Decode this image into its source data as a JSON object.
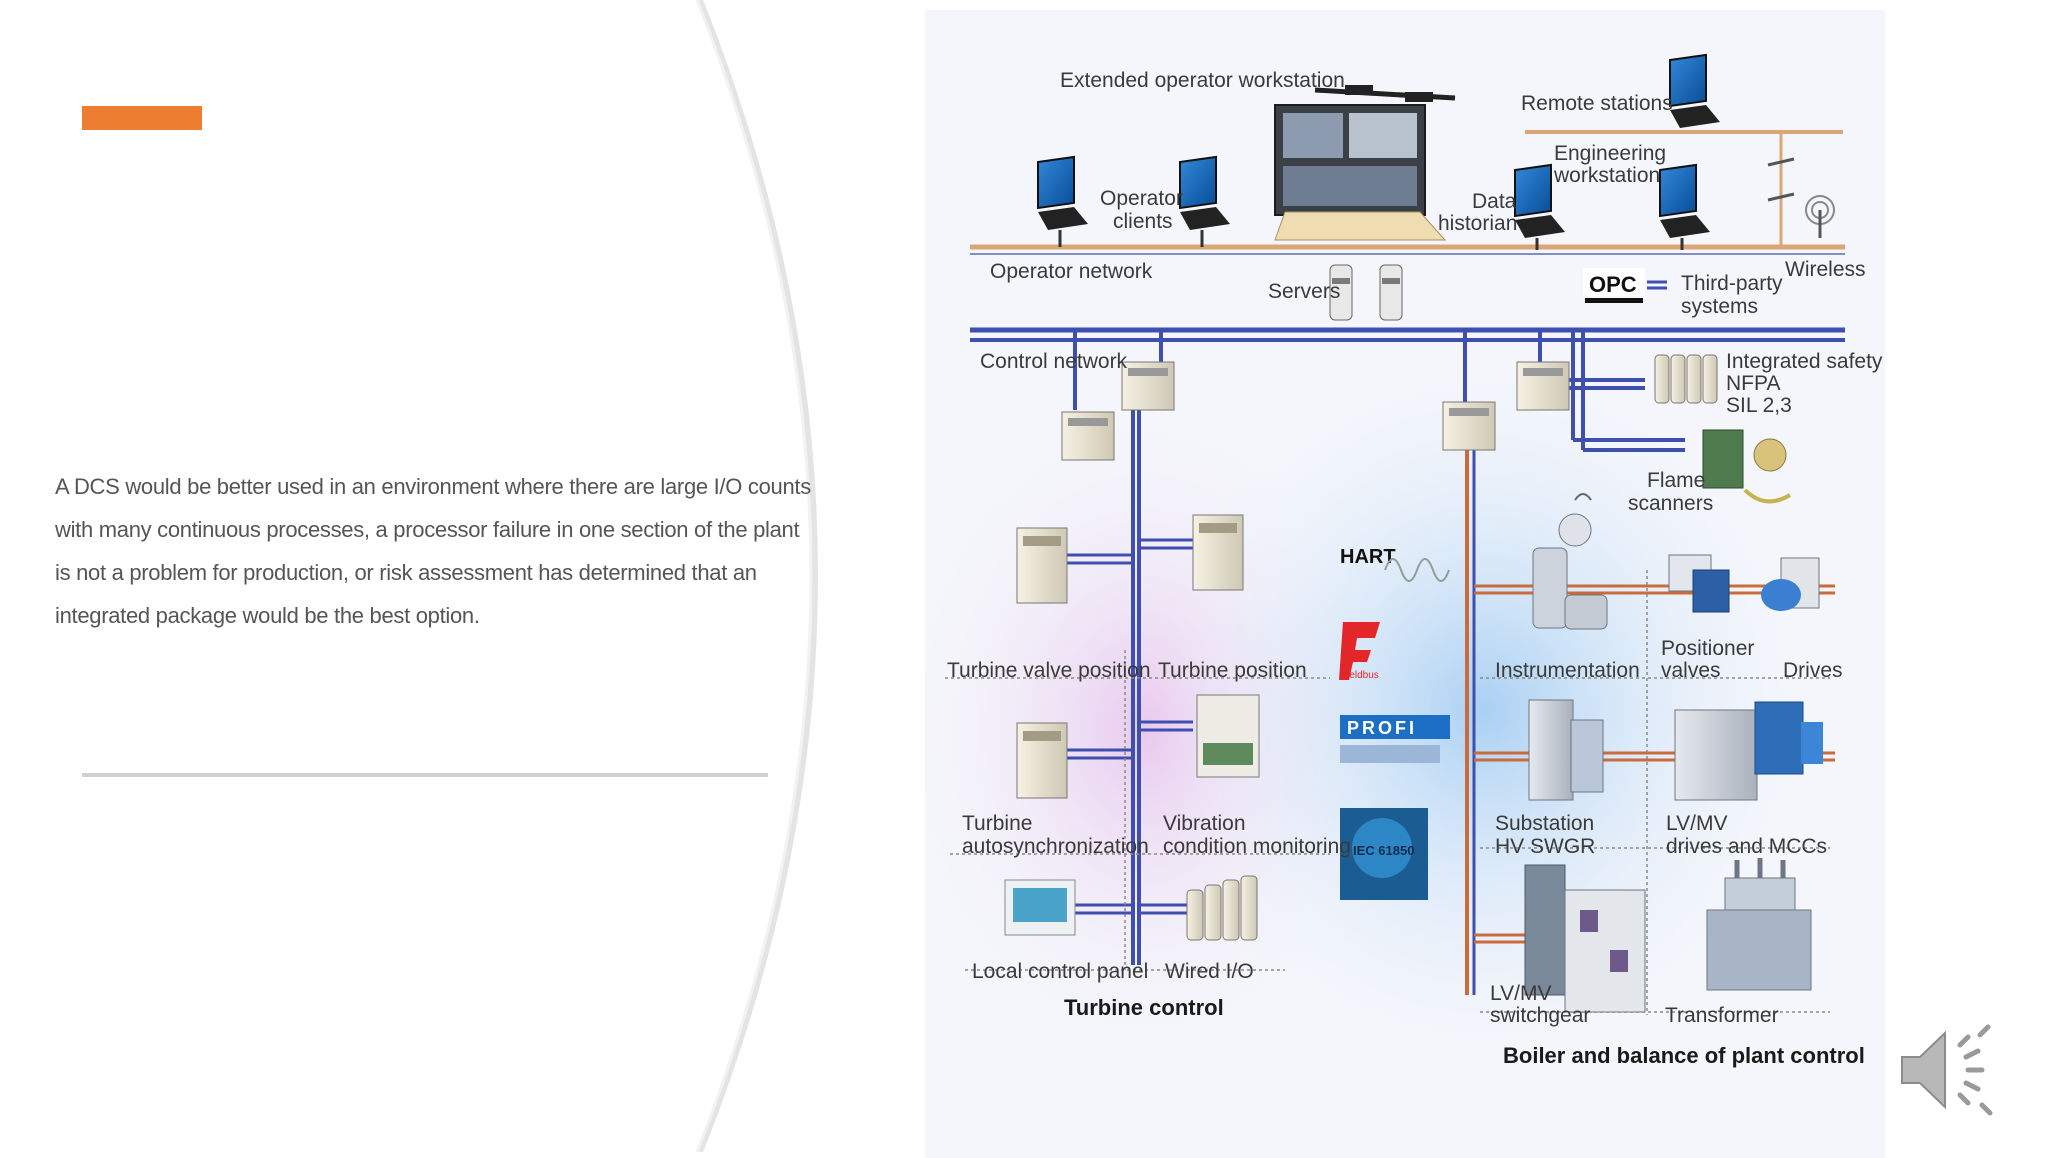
{
  "slide": {
    "accent_color": "#ed7d31",
    "body_text": "A DCS would be better used in an environment where there are large I/O counts with many continuous processes, a processor failure in one section of the plant is not a problem for production, or risk assessment has determined that an integrated package would be the best option.",
    "audio_icon": "speaker-icon"
  },
  "diagram": {
    "labels": {
      "extended_operator_workstation": "Extended operator workstation",
      "remote_stations": "Remote stations",
      "engineering_workstation_1": "Engineering",
      "engineering_workstation_2": "workstation",
      "operator_clients_1": "Operator",
      "operator_clients_2": "clients",
      "data_historian_1": "Data",
      "data_historian_2": "historian",
      "operator_network": "Operator network",
      "servers": "Servers",
      "third_party_1": "Third-party",
      "third_party_2": "systems",
      "wireless": "Wireless",
      "control_network": "Control network",
      "integrated_safety_1": "Integrated safety",
      "integrated_safety_2": "NFPA",
      "integrated_safety_3": "SIL 2,3",
      "flame_scanners_1": "Flame",
      "flame_scanners_2": "scanners",
      "turbine_valve_position": "Turbine valve position",
      "turbine_position": "Turbine position",
      "instrumentation": "Instrumentation",
      "positioner_valves_1": "Positioner",
      "positioner_valves_2": "valves",
      "drives": "Drives",
      "turbine_autosync_1": "Turbine",
      "turbine_autosync_2": "autosynchronization",
      "vibration_1": "Vibration",
      "vibration_2": "condition monitoring",
      "substation_1": "Substation",
      "substation_2": "HV SWGR",
      "lvmv_drives_1": "LV/MV",
      "lvmv_drives_2": "drives and MCCs",
      "local_control_panel": "Local control panel",
      "wired_io": "Wired I/O",
      "lvmv_switchgear_1": "LV/MV",
      "lvmv_switchgear_2": "switchgear",
      "transformer": "Transformer",
      "turbine_control": "Turbine control",
      "boiler_control": "Boiler and balance of plant control",
      "hart": "HART",
      "opc": "OPC",
      "fieldbus": "Fieldbus",
      "profibus": "PROFI",
      "iec": "IEC 61850"
    }
  }
}
